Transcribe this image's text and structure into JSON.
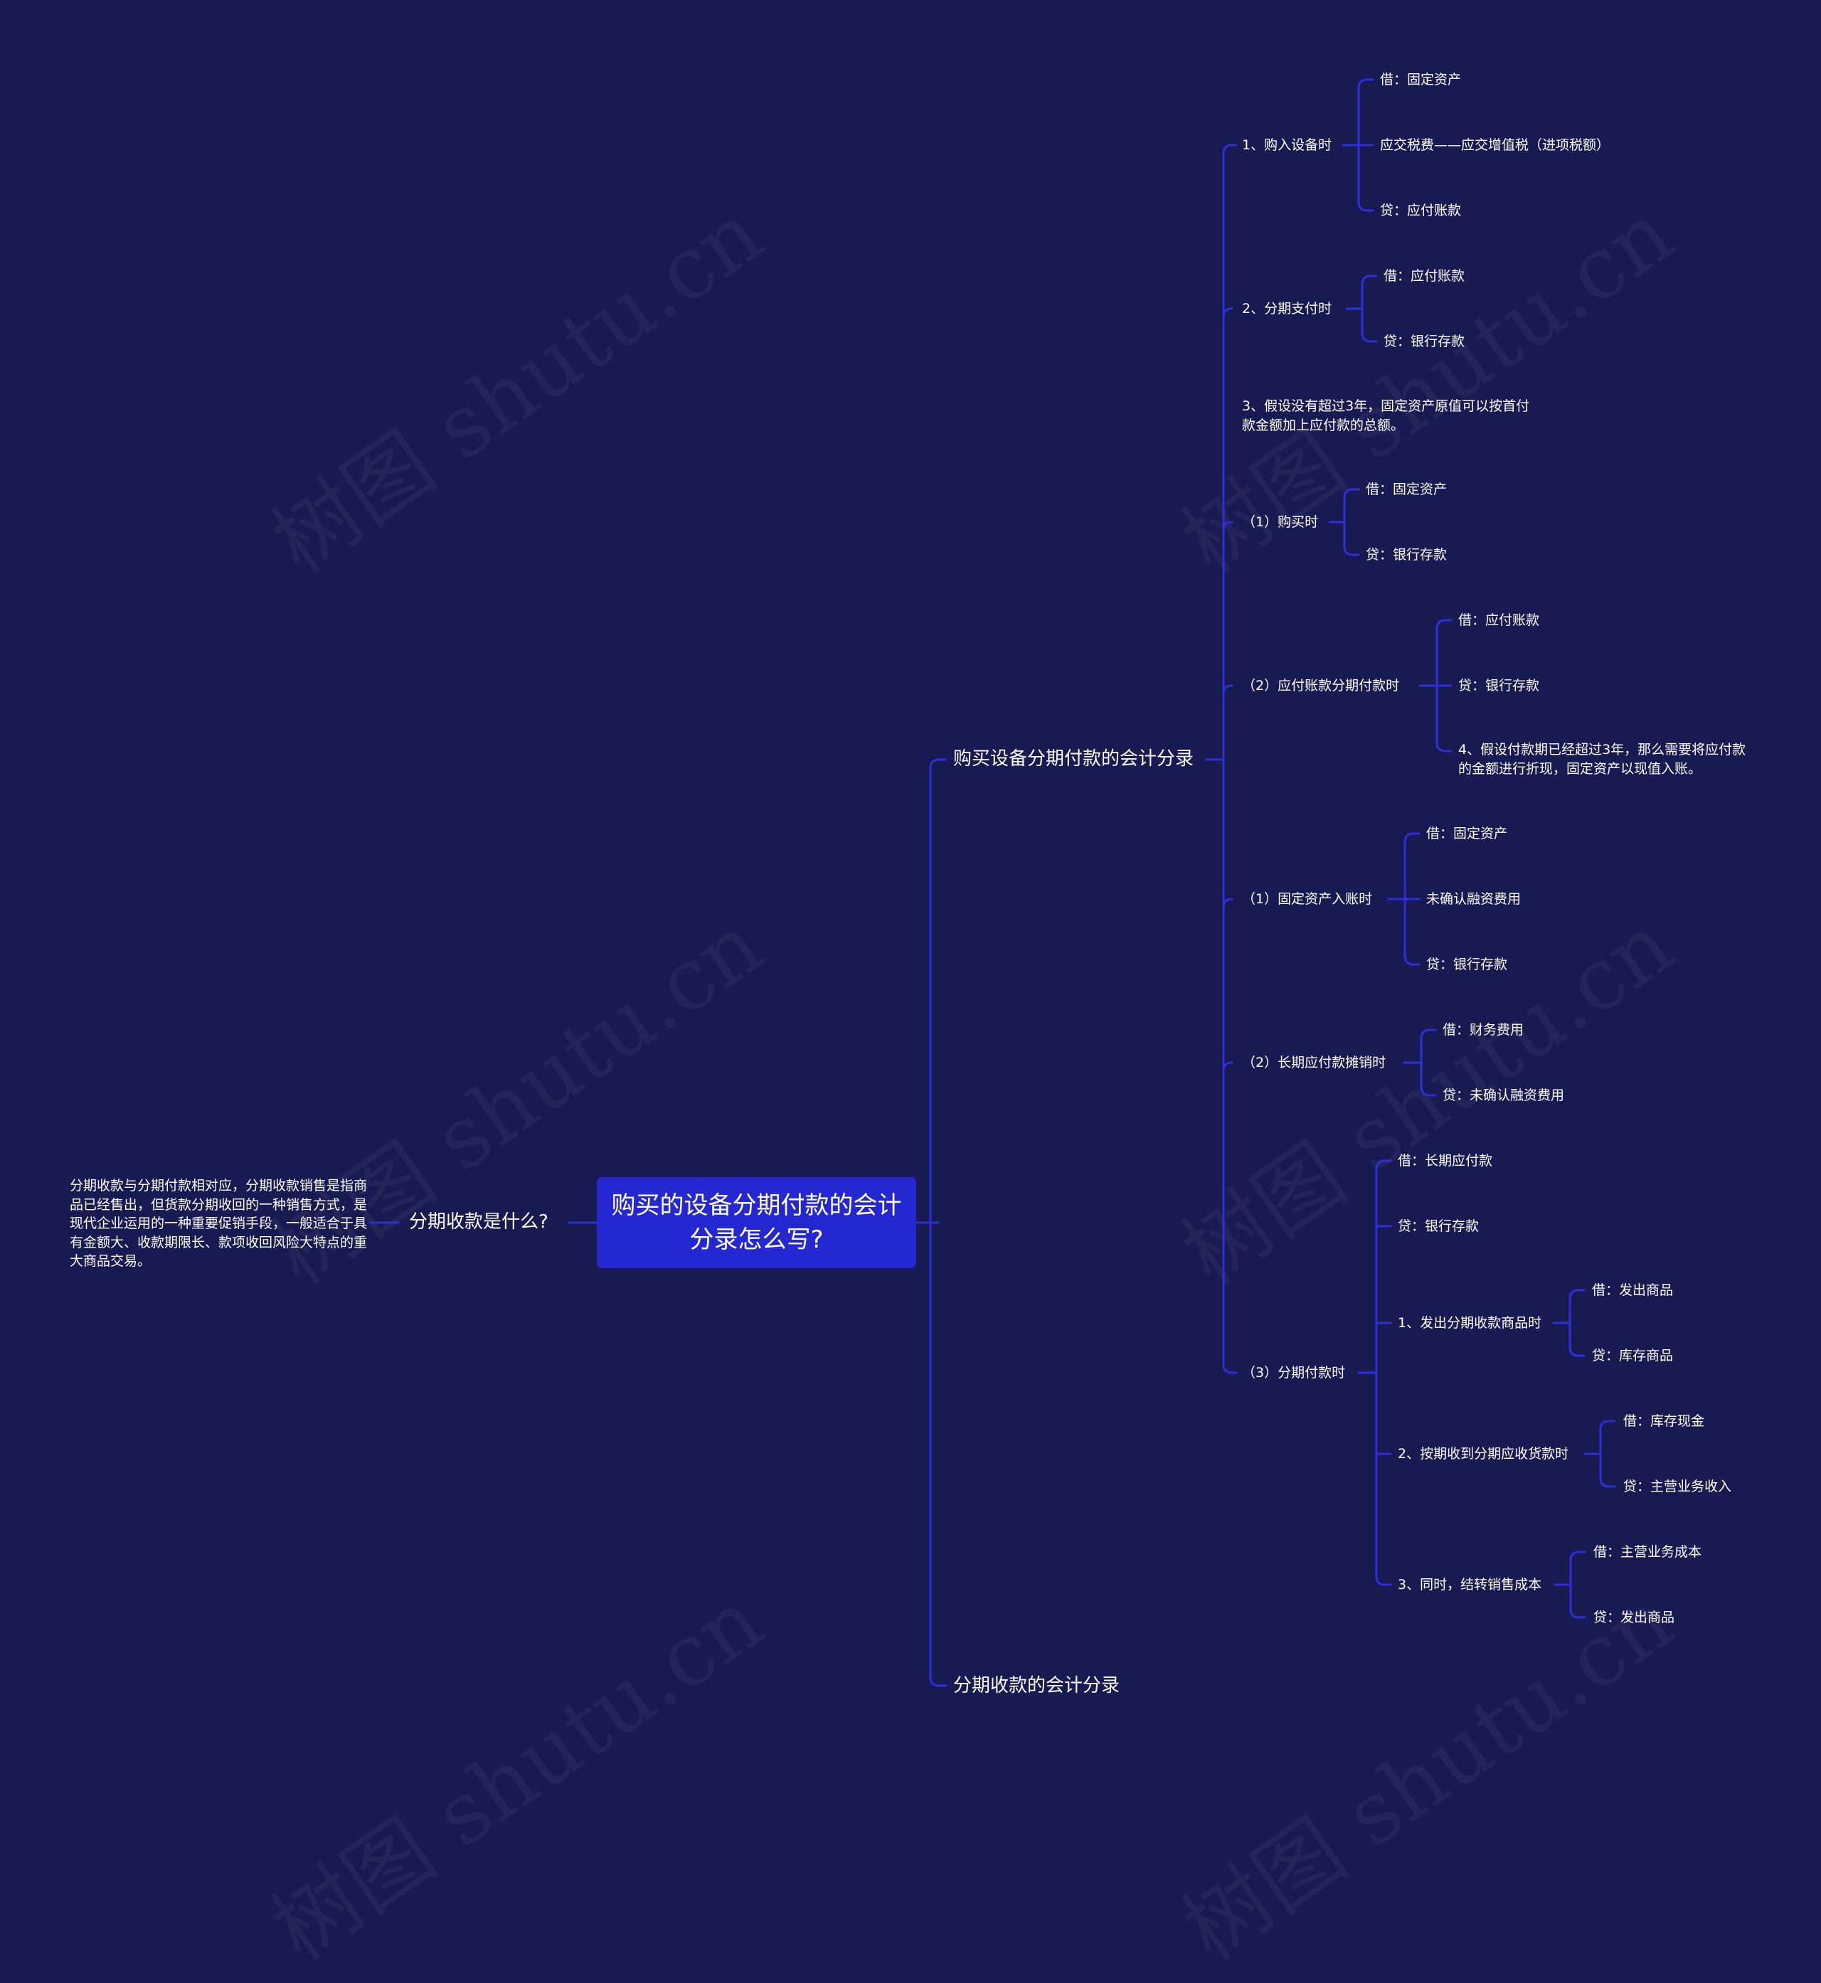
{
  "watermark": "树图 shutu.cn",
  "root": {
    "title": "购买的设备分期付款的会计分录怎么写?"
  },
  "left": {
    "branch": "分期收款是什么?",
    "description": "分期收款与分期付款相对应，分期收款销售是指商品已经售出，但货款分期收回的一种销售方式，是现代企业运用的一种重要促销手段，一般适合于具有金额大、收款期限长、款项收回风险大特点的重大商品交易。"
  },
  "branches": {
    "purchase": "购买设备分期付款的会计分录",
    "receive": "分期收款的会计分录"
  },
  "purchase": {
    "buy": {
      "label": "1、购入设备时",
      "items": [
        "借：固定资产",
        "应交税费——应交增值税（进项税额）",
        "贷：应付账款"
      ]
    },
    "installment": {
      "label": "2、分期支付时",
      "items": [
        "借：应付账款",
        "贷：银行存款"
      ]
    },
    "note3": "3、假设没有超过3年，固定资产原值可以按首付款金额加上应付款的总额。",
    "p1": {
      "label": "（1）购买时",
      "items": [
        "借：固定资产",
        "贷：银行存款"
      ]
    },
    "p2": {
      "label": "（2）应付账款分期付款时",
      "items": [
        "借：应付账款",
        "贷：银行存款",
        "4、假设付款期已经超过3年，那么需要将应付款的金额进行折现，固定资产以现值入账。"
      ]
    },
    "q1": {
      "label": "（1）固定资产入账时",
      "items": [
        "借：固定资产",
        "未确认融资费用",
        "贷：银行存款"
      ]
    },
    "q2": {
      "label": "（2）长期应付款摊销时",
      "items": [
        "借：财务费用",
        "贷：未确认融资费用"
      ]
    },
    "q3": {
      "label": "（3）分期付款时",
      "items": [
        "借：长期应付款",
        "贷：银行存款"
      ],
      "send": {
        "label": "1、发出分期收款商品时",
        "items": [
          "借：发出商品",
          "贷：库存商品"
        ]
      },
      "collect": {
        "label": "2、按期收到分期应收货款时",
        "items": [
          "借：库存现金",
          "贷：主营业务收入"
        ]
      },
      "transfer": {
        "label": "3、同时，结转销售成本",
        "items": [
          "借：主营业务成本",
          "贷：发出商品"
        ]
      }
    }
  }
}
